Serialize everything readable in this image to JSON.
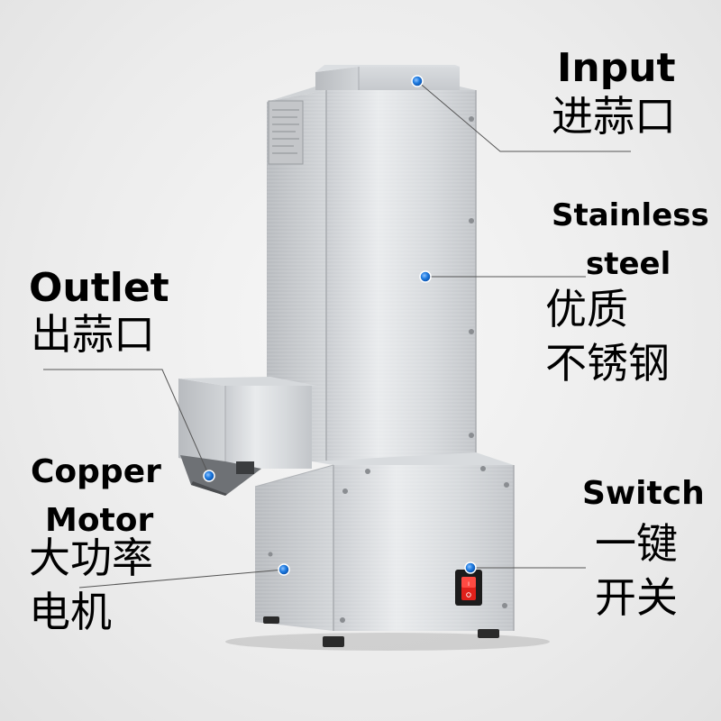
{
  "callouts": {
    "input": {
      "en": "Input",
      "zh": "进蒜口"
    },
    "stainless": {
      "en1": "Stainless",
      "en2": "steel",
      "zh1": "优质",
      "zh2": "不锈钢"
    },
    "outlet": {
      "en": "Outlet",
      "zh": "出蒜口"
    },
    "motor": {
      "en1": "Copper",
      "en2": "Motor",
      "zh1": "大功率",
      "zh2": "电机"
    },
    "switch": {
      "en": "Switch",
      "zh1": "一键",
      "zh2": "开关"
    }
  },
  "colors": {
    "marker": "#1e7be0",
    "leader": "#555555",
    "steel_light": "#e4e6e8",
    "steel_dark": "#b9bcc0",
    "switch_red": "#e0211b"
  }
}
